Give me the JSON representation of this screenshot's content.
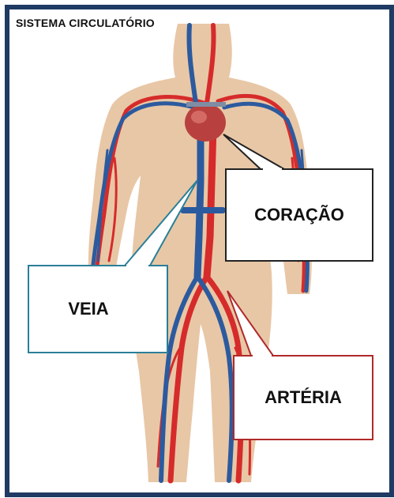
{
  "title": "SISTEMA CIRCULATÓRIO",
  "labels": {
    "heart": "CORAÇÃO",
    "vein": "VEIA",
    "artery": "ARTÉRIA"
  },
  "colors": {
    "frame": "#1f3a63",
    "skin": "#e8c7a6",
    "artery": "#d62b2b",
    "vein": "#2c5a9e",
    "vein_callout": "#2a7f98",
    "artery_callout": "#b02a2a",
    "heart_callout": "#222222"
  }
}
